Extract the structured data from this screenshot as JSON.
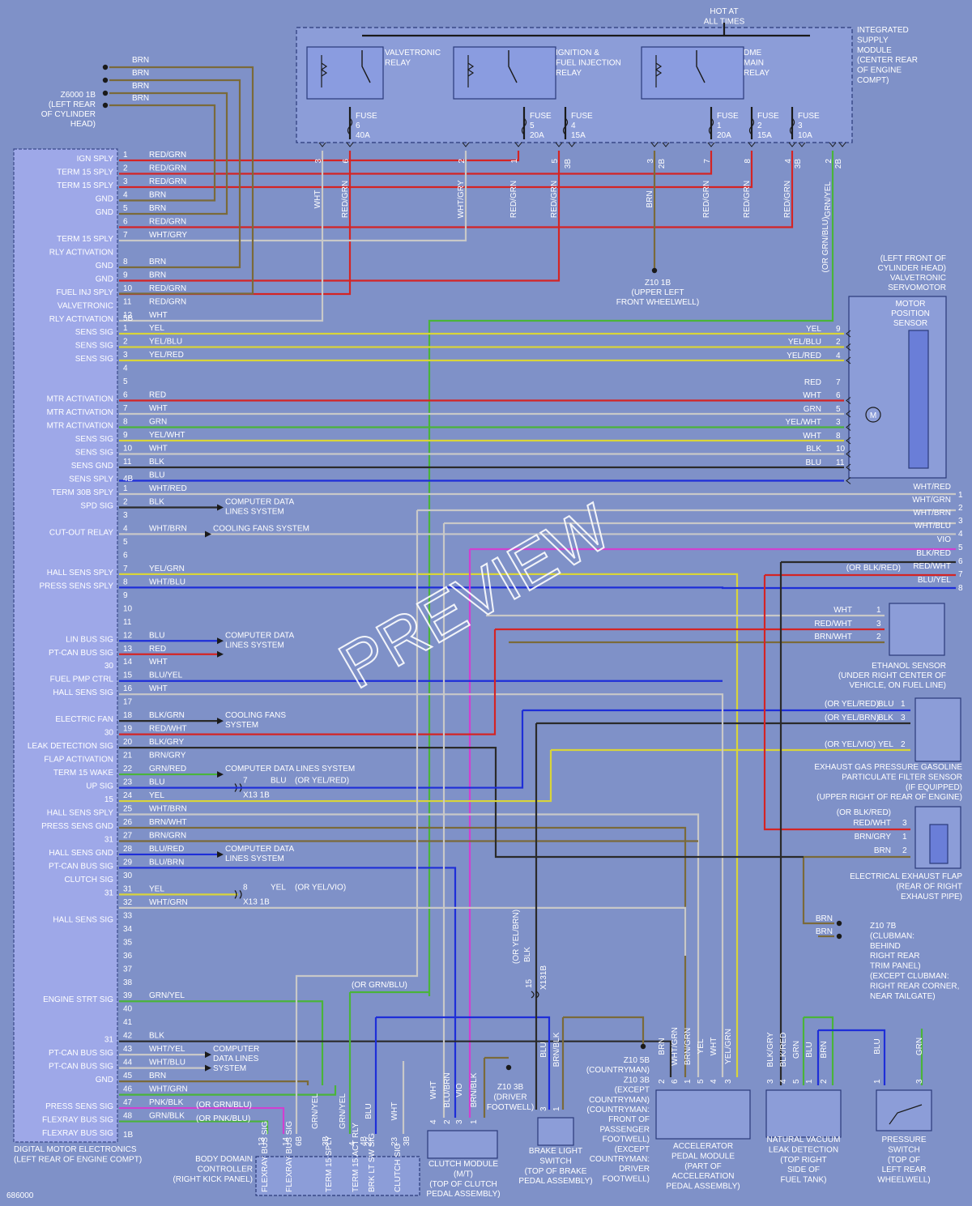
{
  "hot_label": [
    "HOT AT",
    "ALL TIMES"
  ],
  "supply_module": [
    "INTEGRATED",
    "SUPPLY",
    "MODULE",
    "(CENTER REAR",
    "OF ENGINE",
    "COMPT)"
  ],
  "relays": [
    {
      "lines": [
        "VALVETRONIC",
        "RELAY"
      ]
    },
    {
      "lines": [
        "IGNITION &",
        "FUEL INJECTION",
        "RELAY"
      ]
    },
    {
      "lines": [
        "DME",
        "MAIN",
        "RELAY"
      ]
    }
  ],
  "fuses": [
    {
      "lines": [
        "FUSE",
        "6",
        "40A"
      ]
    },
    {
      "lines": [
        "FUSE",
        "5",
        "20A"
      ]
    },
    {
      "lines": [
        "FUSE",
        "4",
        "15A"
      ]
    },
    {
      "lines": [
        "FUSE",
        "1",
        "20A"
      ]
    },
    {
      "lines": [
        "FUSE",
        "2",
        "15A"
      ]
    },
    {
      "lines": [
        "FUSE",
        "3",
        "10A"
      ]
    }
  ],
  "ground_z6000": {
    "lines": [
      "Z6000 1B",
      "(LEFT REAR",
      "OF CYLINDER",
      "HEAD)"
    ],
    "wires": [
      "BRN",
      "BRN",
      "BRN",
      "BRN"
    ]
  },
  "ground_z10_1b": {
    "lines": [
      "Z10 1B",
      "(UPPER LEFT",
      "FRONT WHEELWELL)"
    ]
  },
  "isp_pins": {
    "top": [
      {
        "pin": "3",
        "wire": "WHT"
      },
      {
        "pin": "6",
        "wire": "RED/GRN"
      },
      {
        "pin": "2",
        "wire": "WHT/GRY"
      },
      {
        "pin": "1",
        "wire": "RED/GRN"
      },
      {
        "pin": "5",
        "wire": "RED/GRN"
      },
      {
        "pin": "3B",
        "wire": ""
      },
      {
        "pin": "3",
        "wire": "BRN"
      },
      {
        "pin": "2B",
        "wire": ""
      },
      {
        "pin": "7",
        "wire": "RED/GRN"
      },
      {
        "pin": "8",
        "wire": "RED/GRN"
      },
      {
        "pin": "4",
        "wire": "RED/GRN"
      },
      {
        "pin": "3B",
        "wire": ""
      },
      {
        "pin": "2",
        "wire": "GRN/YEL"
      },
      {
        "pin": "2B",
        "wire": ""
      }
    ],
    "or_note": "(OR GRN/BLU)"
  },
  "dme": {
    "title": [
      "DIGITAL MOTOR ELECTRONICS",
      "(LEFT REAR OF ENGINE COMPT)"
    ],
    "connector_5b": "5B",
    "connector_4b": "4B",
    "connector_1b": "1B",
    "group1": [
      {
        "label": "IGN SPLY",
        "pin": "1",
        "wire": "RED/GRN"
      },
      {
        "label": "TERM 15 SPLY",
        "pin": "2",
        "wire": "RED/GRN"
      },
      {
        "label": "TERM 15 SPLY",
        "pin": "3",
        "wire": "RED/GRN"
      },
      {
        "label": "GND",
        "pin": "4",
        "wire": "BRN"
      },
      {
        "label": "GND",
        "pin": "5",
        "wire": "BRN"
      },
      {
        "label": "",
        "pin": "6",
        "wire": "RED/GRN"
      },
      {
        "label": "TERM 15 SPLY",
        "pin": "7",
        "wire": "WHT/GRY"
      },
      {
        "label": "RLY ACTIVATION",
        "pin": "",
        "wire": ""
      },
      {
        "label": "GND",
        "pin": "8",
        "wire": "BRN"
      },
      {
        "label": "GND",
        "pin": "9",
        "wire": "BRN"
      },
      {
        "label": "FUEL INJ SPLY",
        "pin": "10",
        "wire": "RED/GRN"
      },
      {
        "label": "VALVETRONIC",
        "pin": "11",
        "wire": "RED/GRN"
      },
      {
        "label": "RLY ACTIVATION",
        "pin": "12",
        "wire": "WHT"
      }
    ],
    "group2": [
      {
        "label": "SENS SIG",
        "pin": "1",
        "wire": "YEL"
      },
      {
        "label": "SENS SIG",
        "pin": "2",
        "wire": "YEL/BLU"
      },
      {
        "label": "SENS SIG",
        "pin": "3",
        "wire": "YEL/RED"
      },
      {
        "label": "",
        "pin": "4",
        "wire": ""
      },
      {
        "label": "",
        "pin": "5",
        "wire": ""
      },
      {
        "label": "MTR ACTIVATION",
        "pin": "6",
        "wire": "RED"
      },
      {
        "label": "MTR ACTIVATION",
        "pin": "7",
        "wire": "WHT"
      },
      {
        "label": "MTR ACTIVATION",
        "pin": "8",
        "wire": "GRN"
      },
      {
        "label": "SENS SIG",
        "pin": "9",
        "wire": "YEL/WHT"
      },
      {
        "label": "SENS SIG",
        "pin": "10",
        "wire": "WHT"
      },
      {
        "label": "SENS GND",
        "pin": "11",
        "wire": "BLK"
      },
      {
        "label": "SENS SPLY",
        "pin": "",
        "wire": "BLU"
      }
    ],
    "group3": [
      {
        "label": "TERM 30B SPLY",
        "pin": "1",
        "wire": "WHT/RED"
      },
      {
        "label": "SPD SIG",
        "pin": "2",
        "wire": "BLK"
      },
      {
        "label": "",
        "pin": "3",
        "wire": ""
      },
      {
        "label": "CUT-OUT RELAY",
        "pin": "4",
        "wire": "WHT/BRN"
      },
      {
        "label": "",
        "pin": "5",
        "wire": ""
      },
      {
        "label": "",
        "pin": "6",
        "wire": ""
      },
      {
        "label": "HALL SENS SPLY",
        "pin": "7",
        "wire": "YEL/GRN"
      },
      {
        "label": "PRESS SENS SPLY",
        "pin": "8",
        "wire": "WHT/BLU"
      },
      {
        "label": "",
        "pin": "9",
        "wire": ""
      },
      {
        "label": "",
        "pin": "10",
        "wire": ""
      },
      {
        "label": "",
        "pin": "11",
        "wire": ""
      },
      {
        "label": "LIN BUS SIG",
        "pin": "12",
        "wire": "BLU"
      },
      {
        "label": "PT-CAN BUS SIG",
        "pin": "13",
        "wire": "RED"
      },
      {
        "label": "30",
        "pin": "14",
        "wire": "WHT"
      },
      {
        "label": "FUEL PMP CTRL",
        "pin": "15",
        "wire": "BLU/YEL"
      },
      {
        "label": "HALL SENS SIG",
        "pin": "16",
        "wire": "WHT"
      },
      {
        "label": "",
        "pin": "17",
        "wire": ""
      },
      {
        "label": "ELECTRIC FAN",
        "pin": "18",
        "wire": "BLK/GRN"
      },
      {
        "label": "30",
        "pin": "19",
        "wire": "RED/WHT"
      },
      {
        "label": "LEAK DETECTION SIG",
        "pin": "20",
        "wire": "BLK/GRY"
      },
      {
        "label": "FLAP ACTIVATION",
        "pin": "21",
        "wire": "BRN/GRY"
      },
      {
        "label": "TERM 15 WAKE",
        "pin": "22",
        "wire": "GRN/RED"
      },
      {
        "label": "UP SIG",
        "pin": "23",
        "wire": "BLU"
      },
      {
        "label": "15",
        "pin": "24",
        "wire": "YEL"
      },
      {
        "label": "HALL SENS SPLY",
        "pin": "25",
        "wire": "WHT/BRN"
      },
      {
        "label": "PRESS SENS GND",
        "pin": "26",
        "wire": "BRN/WHT"
      },
      {
        "label": "31",
        "pin": "27",
        "wire": "BRN/GRN"
      },
      {
        "label": "HALL SENS GND",
        "pin": "28",
        "wire": "BLU/RED"
      },
      {
        "label": "PT-CAN BUS SIG",
        "pin": "29",
        "wire": "BLU/BRN"
      },
      {
        "label": "CLUTCH SIG",
        "pin": "30",
        "wire": ""
      },
      {
        "label": "31",
        "pin": "31",
        "wire": "YEL"
      },
      {
        "label": "",
        "pin": "32",
        "wire": "WHT/GRN"
      },
      {
        "label": "HALL SENS SIG",
        "pin": "33",
        "wire": ""
      },
      {
        "label": "",
        "pin": "34",
        "wire": ""
      },
      {
        "label": "",
        "pin": "35",
        "wire": ""
      },
      {
        "label": "",
        "pin": "36",
        "wire": ""
      },
      {
        "label": "",
        "pin": "37",
        "wire": ""
      },
      {
        "label": "",
        "pin": "38",
        "wire": ""
      },
      {
        "label": "ENGINE STRT SIG",
        "pin": "39",
        "wire": "GRN/YEL"
      },
      {
        "label": "",
        "pin": "40",
        "wire": ""
      },
      {
        "label": "",
        "pin": "41",
        "wire": ""
      },
      {
        "label": "31",
        "pin": "42",
        "wire": "BLK"
      },
      {
        "label": "PT-CAN BUS SIG",
        "pin": "43",
        "wire": "WHT/YEL"
      },
      {
        "label": "PT-CAN BUS SIG",
        "pin": "44",
        "wire": "WHT/BLU"
      },
      {
        "label": "GND",
        "pin": "45",
        "wire": "BRN"
      },
      {
        "label": "",
        "pin": "46",
        "wire": "WHT/GRN"
      },
      {
        "label": "PRESS SENS SIG",
        "pin": "47",
        "wire": "PNK/BLK"
      },
      {
        "label": "FLEXRAY BUS SIG",
        "pin": "48",
        "wire": "GRN/BLK"
      },
      {
        "label": "FLEXRAY BUS SIG",
        "pin": "",
        "wire": ""
      }
    ],
    "or_notes": {
      "p47": "(OR GRN/BLU)",
      "p48": "(OR PNK/BLU)"
    }
  },
  "arrows": [
    {
      "text": [
        "COMPUTER DATA",
        "LINES SYSTEM"
      ]
    },
    {
      "text": [
        "COOLING FANS SYSTEM"
      ]
    },
    {
      "text": [
        "COMPUTER DATA",
        "LINES SYSTEM"
      ]
    },
    {
      "text": [
        "COOLING FANS",
        "SYSTEM"
      ]
    },
    {
      "text": [
        "COMPUTER DATA LINES SYSTEM"
      ]
    },
    {
      "text": [
        "COMPUTER DATA",
        "LINES SYSTEM"
      ]
    },
    {
      "text": [
        "COMPUTER",
        "DATA LINES",
        "SYSTEM"
      ]
    }
  ],
  "x13": [
    {
      "pin": "7",
      "wire": "BLU",
      "note": "(OR YEL/RED)",
      "conn": "X13 1B"
    },
    {
      "pin": "8",
      "wire": "YEL",
      "note": "(OR YEL/VIO)",
      "conn": "X13 1B"
    }
  ],
  "servomotor": {
    "title": [
      "(LEFT FRONT OF",
      "CYLINDER HEAD)",
      "VALVETRONIC",
      "SERVOMOTOR"
    ],
    "sensor": [
      "MOTOR",
      "POSITION",
      "SENSOR"
    ],
    "motor": "M",
    "pins": [
      {
        "wire": "YEL",
        "pin": "9"
      },
      {
        "wire": "YEL/BLU",
        "pin": "2"
      },
      {
        "wire": "YEL/RED",
        "pin": "4"
      },
      {
        "wire": "RED",
        "pin": "7"
      },
      {
        "wire": "WHT",
        "pin": "6"
      },
      {
        "wire": "GRN",
        "pin": "5"
      },
      {
        "wire": "YEL/WHT",
        "pin": "3"
      },
      {
        "wire": "WHT",
        "pin": "8"
      },
      {
        "wire": "BLK",
        "pin": "10"
      },
      {
        "wire": "BLU",
        "pin": "11"
      }
    ]
  },
  "right_edge": [
    {
      "wire": "WHT/RED",
      "pin": "1"
    },
    {
      "wire": "WHT/GRN",
      "pin": "2"
    },
    {
      "wire": "WHT/BRN",
      "pin": "3"
    },
    {
      "wire": "WHT/BLU",
      "pin": "4"
    },
    {
      "wire": "VIO",
      "pin": "5"
    },
    {
      "wire": "BLK/RED",
      "pin": "6"
    },
    {
      "wire": "RED/WHT",
      "pin": "7"
    },
    {
      "wire": "BLU/YEL",
      "pin": "8"
    }
  ],
  "right_edge_note": "(OR BLK/RED)",
  "ethanol": {
    "title": [
      "ETHANOL SENSOR",
      "(UNDER RIGHT CENTER OF",
      "VEHICLE, ON FUEL LINE)"
    ],
    "pins": [
      {
        "wire": "WHT",
        "pin": "1"
      },
      {
        "wire": "RED/WHT",
        "pin": "3"
      },
      {
        "wire": "BRN/WHT",
        "pin": "2"
      }
    ]
  },
  "exhaust_pressure": {
    "title": [
      "EXHAUST GAS PRESSURE GASOLINE",
      "PARTICULATE FILTER SENSOR",
      "(IF EQUIPPED)",
      "(UPPER RIGHT OF REAR OF ENGINE)"
    ],
    "pins": [
      {
        "note": "(OR YEL/RED)",
        "wire": "BLU",
        "pin": "1"
      },
      {
        "note": "(OR YEL/BRN)",
        "wire": "BLK",
        "pin": "3"
      },
      {
        "note": "(OR YEL/VIO)",
        "wire": "YEL",
        "pin": "2"
      }
    ]
  },
  "exhaust_flap": {
    "title": [
      "ELECTRICAL EXHAUST FLAP",
      "(REAR OF RIGHT",
      "EXHAUST PIPE)"
    ],
    "note": "(OR BLK/RED)",
    "pins": [
      {
        "wire": "RED/WHT",
        "pin": "3"
      },
      {
        "wire": "BRN/GRY",
        "pin": "1"
      },
      {
        "wire": "BRN",
        "pin": "2"
      }
    ]
  },
  "ground_z10_7b": {
    "wires": [
      "BRN",
      "BRN"
    ],
    "lines": [
      "Z10 7B",
      "(CLUBMAN:",
      "BEHIND",
      "RIGHT REAR",
      "TRIM PANEL)",
      "(EXCEPT CLUBMAN:",
      "RIGHT REAR CORNER,",
      "NEAR TAILGATE)"
    ]
  },
  "x131": {
    "pin": "15",
    "conn": "X131B",
    "wire": "BLK",
    "note": "(OR YEL/BRN)"
  },
  "or_grn_blu_bottom": "(OR GRN/BLU)",
  "bdc": {
    "title": [
      "BODY DOMAIN",
      "CONTROLLER",
      "(RIGHT KICK PANEL)"
    ],
    "pins": [
      {
        "pin": "13",
        "label": "FLEXRAY BUS SIG"
      },
      {
        "pin": "14",
        "label": "FLEXRAY BUS SIG"
      },
      {
        "pin": "6B",
        "label": ""
      },
      {
        "pin": "3B",
        "label": "TERM 15 SPLY"
      },
      {
        "pin": "4",
        "label": "TERM 15 ACT RLY"
      },
      {
        "pin": "4B",
        "label": ""
      },
      {
        "pin": "22",
        "label": "BRK LT SW SIG"
      },
      {
        "pin": "23",
        "label": "CLUTCH SIG"
      },
      {
        "pin": "3B",
        "label": ""
      }
    ],
    "wires": [
      "GRN/YEL",
      "GRN/YEL",
      "BLU",
      "WHT"
    ]
  },
  "clutch": {
    "title": [
      "CLUTCH MODULE",
      "(M/T)",
      "(TOP OF CLUTCH",
      "PEDAL ASSEMBLY)"
    ],
    "pins": [
      {
        "pin": "4",
        "wire": "WHT"
      },
      {
        "pin": "2",
        "wire": "BLU/BRN"
      },
      {
        "pin": "3",
        "wire": "VIO"
      },
      {
        "pin": "1",
        "wire": "BRN/BLK"
      }
    ]
  },
  "ground_z10_3b": {
    "lines": [
      "Z10 3B",
      "(DRIVER",
      "FOOTWELL)"
    ]
  },
  "brake": {
    "title": [
      "BRAKE LIGHT",
      "SWITCH",
      "(TOP OF BRAKE",
      "PEDAL ASSEMBLY)"
    ],
    "pins": [
      {
        "pin": "3",
        "wire": "BLU"
      },
      {
        "pin": "1",
        "wire": "BRN/BLK"
      }
    ]
  },
  "ground_z10_5b": {
    "lines": [
      "Z10 5B",
      "(COUNTRYMAN)",
      "Z10 3B",
      "(EXCEPT",
      "COUNTRYMAN)",
      "(COUNTRYMAN:",
      "FRONT OF",
      "PASSENGER",
      "FOOTWELL)",
      "(EXCEPT",
      "COUNTRYMAN:",
      "DRIVER",
      "FOOTWELL)"
    ]
  },
  "accel": {
    "title": [
      "ACCELERATOR",
      "PEDAL MODULE",
      "(PART OF",
      "ACCELERATION",
      "PEDAL ASSEMBLY)"
    ],
    "pins": [
      {
        "pin": "2",
        "wire": "BRN"
      },
      {
        "pin": "6",
        "wire": "WHT/GRN"
      },
      {
        "pin": "1",
        "wire": "BRN/GRN"
      },
      {
        "pin": "5",
        "wire": "YEL"
      },
      {
        "pin": "4",
        "wire": "WHT"
      },
      {
        "pin": "3",
        "wire": "YEL/GRN"
      }
    ]
  },
  "leak": {
    "title": [
      "NATURAL VACUUM",
      "LEAK DETECTION",
      "(TOP RIGHT",
      "SIDE OF",
      "FUEL TANK)"
    ],
    "pins": [
      {
        "pin": "3",
        "wire": "BLK/GRY"
      },
      {
        "pin": "4",
        "wire": "BLK/RED"
      },
      {
        "pin": "5",
        "wire": "GRN"
      },
      {
        "pin": "1",
        "wire": "BLU"
      },
      {
        "pin": "2",
        "wire": "BRN"
      }
    ]
  },
  "pressure_switch": {
    "title": [
      "PRESSURE",
      "SWITCH",
      "(TOP OF",
      "LEFT REAR",
      "WHEELWELL)"
    ],
    "pins": [
      {
        "pin": "1",
        "wire": "BLU"
      },
      {
        "pin": "3",
        "wire": "GRN"
      }
    ]
  },
  "diagram_id": "686000",
  "watermark": "PREVIEW",
  "colors": {
    "bg": "#7f91c8",
    "box_fill": "#8c9dd8",
    "box_border": "#2a3a7a",
    "dme_fill": "#9ea8e8",
    "red": "#d42424",
    "yellow": "#d8d43a",
    "green": "#4ab43a",
    "blue": "#1e2ed8",
    "brown": "#7a6a3a",
    "white": "#c8c8c8",
    "violet": "#d040d0",
    "black": "#2a2a2a"
  }
}
